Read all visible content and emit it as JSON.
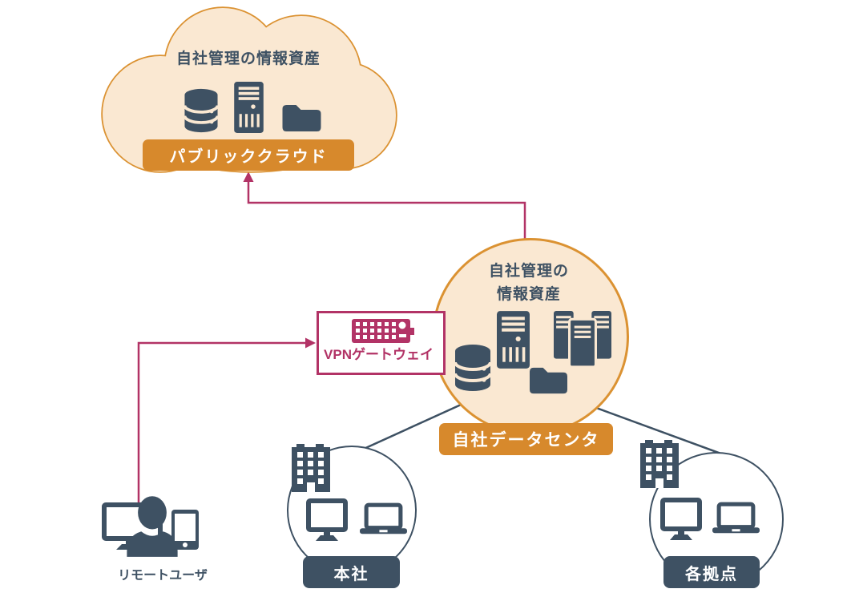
{
  "colors": {
    "orange": "#D7892C",
    "orange_border": "#DB9232",
    "cream": "#FAE8D2",
    "slate": "#3E5163",
    "magenta": "#B23366"
  },
  "cloud": {
    "title": "自社管理の情報資産",
    "badge": "パブリッククラウド",
    "icons": [
      "database-icon",
      "server-icon",
      "folder-icon"
    ]
  },
  "datacenter": {
    "title_line1": "自社管理の",
    "title_line2": "情報資産",
    "badge": "自社データセンタ",
    "icons": [
      "database-icon",
      "server-icon",
      "server-rack-group-icon",
      "folder-icon"
    ]
  },
  "vpn": {
    "label": "VPNゲートウェイ",
    "icon": "router-icon"
  },
  "remote_user": {
    "label": "リモートユーザ",
    "icons": [
      "monitor-icon",
      "person-icon",
      "tablet-icon"
    ]
  },
  "sites": [
    {
      "label": "本社",
      "icons": [
        "building-icon",
        "monitor-icon",
        "laptop-icon"
      ]
    },
    {
      "label": "各拠点",
      "icons": [
        "building-icon",
        "monitor-icon",
        "laptop-icon"
      ]
    }
  ],
  "connections": [
    {
      "from": "remote-user",
      "to": "vpn-gateway",
      "style": "magenta-arrow"
    },
    {
      "from": "datacenter",
      "to": "public-cloud",
      "style": "magenta-arrow"
    },
    {
      "from": "datacenter",
      "to": "honsha",
      "style": "slate-line"
    },
    {
      "from": "datacenter",
      "to": "kyoten",
      "style": "slate-line"
    }
  ]
}
